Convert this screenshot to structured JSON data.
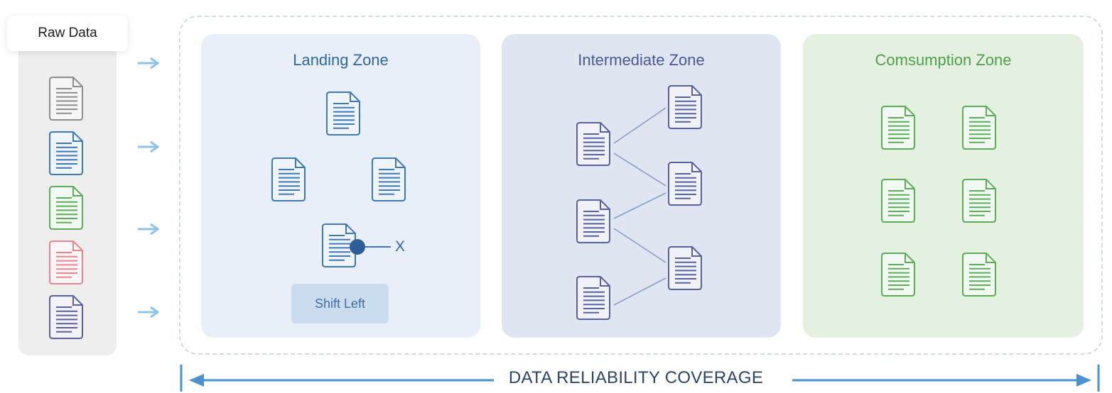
{
  "raw_data": {
    "title": "Raw Data",
    "documents": [
      {
        "icon": "document-icon",
        "color": "#8d8d8d"
      },
      {
        "icon": "document-icon",
        "color": "#3a78b6"
      },
      {
        "icon": "document-icon",
        "color": "#5aae58"
      },
      {
        "icon": "document-icon",
        "color": "#e8858f"
      },
      {
        "icon": "document-icon",
        "color": "#5b5f9c"
      }
    ]
  },
  "zones": {
    "landing": {
      "title": "Landing Zone",
      "title_color": "#2f67a3",
      "doc_color": "#3d78b7",
      "button_label": "Shift Left",
      "blocked_marker": "X"
    },
    "intermediate": {
      "title": "Intermediate Zone",
      "title_color": "#4a5896",
      "doc_color": "#5561a0"
    },
    "consumption": {
      "title": "Comsumption Zone",
      "title_color": "#4e9f4a",
      "doc_color": "#5aae58"
    }
  },
  "coverage": {
    "label": "DATA RELIABILITY COVERAGE",
    "arrow_color": "#4a93d0"
  },
  "flow_arrow_color": "#8ec2e8"
}
